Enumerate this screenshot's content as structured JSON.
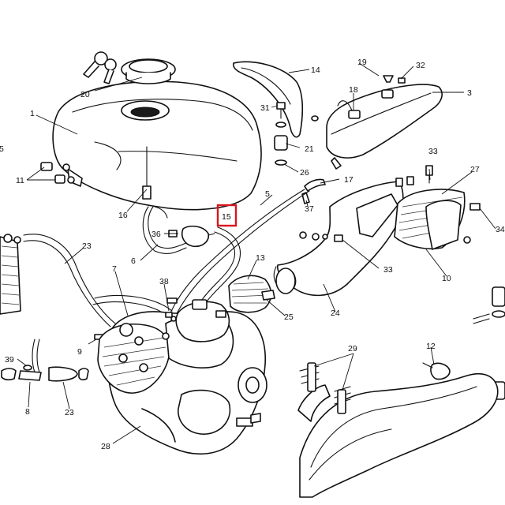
{
  "callouts": [
    {
      "id": "n1",
      "text": "1"
    },
    {
      "id": "n3",
      "text": "3"
    },
    {
      "id": "n5l",
      "text": "5"
    },
    {
      "id": "n5",
      "text": "5"
    },
    {
      "id": "n6",
      "text": "6"
    },
    {
      "id": "n7",
      "text": "7"
    },
    {
      "id": "n8",
      "text": "8"
    },
    {
      "id": "n9",
      "text": "9"
    },
    {
      "id": "n10",
      "text": "10"
    },
    {
      "id": "n11",
      "text": "11"
    },
    {
      "id": "n12",
      "text": "12"
    },
    {
      "id": "n13",
      "text": "13"
    },
    {
      "id": "n14",
      "text": "14"
    },
    {
      "id": "n15",
      "text": "15"
    },
    {
      "id": "n16",
      "text": "16"
    },
    {
      "id": "n17",
      "text": "17"
    },
    {
      "id": "n18",
      "text": "18"
    },
    {
      "id": "n19",
      "text": "19"
    },
    {
      "id": "n20",
      "text": "20"
    },
    {
      "id": "n21",
      "text": "21"
    },
    {
      "id": "n23a",
      "text": "23"
    },
    {
      "id": "n23b",
      "text": "23"
    },
    {
      "id": "n24",
      "text": "24"
    },
    {
      "id": "n25",
      "text": "25"
    },
    {
      "id": "n26",
      "text": "26"
    },
    {
      "id": "n27",
      "text": "27"
    },
    {
      "id": "n28",
      "text": "28"
    },
    {
      "id": "n29",
      "text": "29"
    },
    {
      "id": "n31",
      "text": "31"
    },
    {
      "id": "n32",
      "text": "32"
    },
    {
      "id": "n33a",
      "text": "33"
    },
    {
      "id": "n33b",
      "text": "33"
    },
    {
      "id": "n34",
      "text": "34"
    },
    {
      "id": "n36",
      "text": "36"
    },
    {
      "id": "n37",
      "text": "37"
    },
    {
      "id": "n38",
      "text": "38"
    },
    {
      "id": "n39",
      "text": "39"
    }
  ],
  "highlight": {
    "callout": "15",
    "color": "#d9141c"
  }
}
